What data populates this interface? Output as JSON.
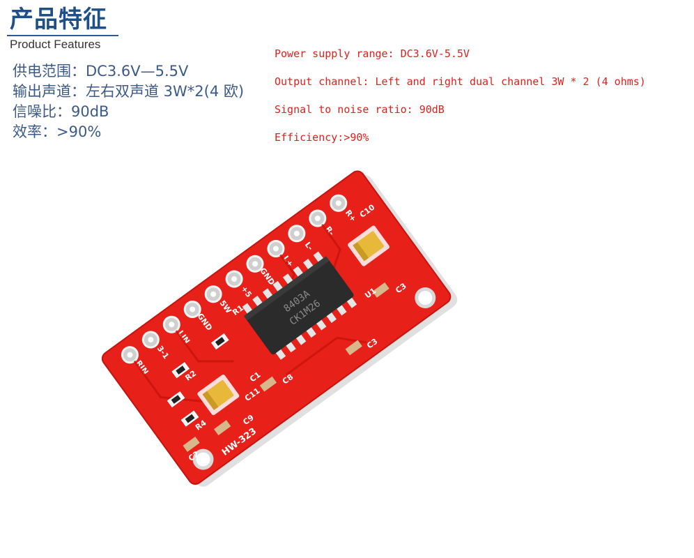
{
  "heading": {
    "title_cn": "产品特征",
    "title_en": "Product Features"
  },
  "features_cn": [
    "供电范围：DC3.6V—5.5V",
    "输出声道：左右双声道 3W*2(4 欧)",
    "信噪比：90dB",
    "效率：>90%"
  ],
  "features_en": [
    "Power supply range: DC3.6V-5.5V",
    "Output channel: Left and right dual channel 3W * 2 (4 ohms)",
    "Signal to noise ratio: 90dB",
    "Efficiency:>90%"
  ],
  "board": {
    "model": "HW-323",
    "chip_marking": [
      "8403A",
      "CK1M26"
    ],
    "pins": [
      "RIN",
      "3-1",
      "LIN",
      "GND",
      "5W",
      "+5",
      "GND",
      "L+",
      "L-",
      "R-",
      "R+"
    ],
    "labels": [
      "C10",
      "C3",
      "C11",
      "C8",
      "C9",
      "C3",
      "U1",
      "R1",
      "R2",
      "R4",
      "C1",
      "C2"
    ],
    "colors": {
      "pcb": "#e8201a",
      "silkscreen": "#ffffff",
      "chip": "#2b2b2b",
      "capacitor": "#e7b83a"
    }
  }
}
